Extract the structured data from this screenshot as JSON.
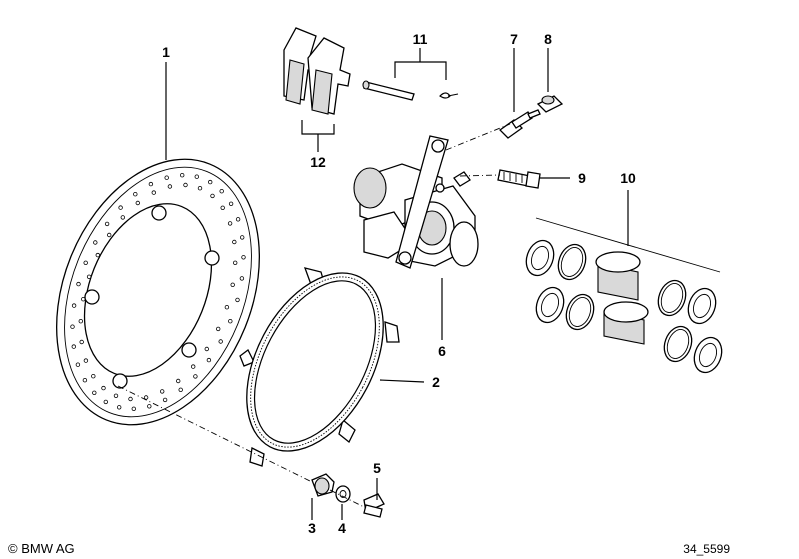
{
  "diagram": {
    "copyright": "© BMW AG",
    "drawing_number": "34_5599",
    "callouts": [
      {
        "number": "1"
      },
      {
        "number": "2"
      },
      {
        "number": "3"
      },
      {
        "number": "4"
      },
      {
        "number": "5"
      },
      {
        "number": "6"
      },
      {
        "number": "7"
      },
      {
        "number": "8"
      },
      {
        "number": "9"
      },
      {
        "number": "10"
      },
      {
        "number": "11"
      },
      {
        "number": "12"
      }
    ]
  }
}
